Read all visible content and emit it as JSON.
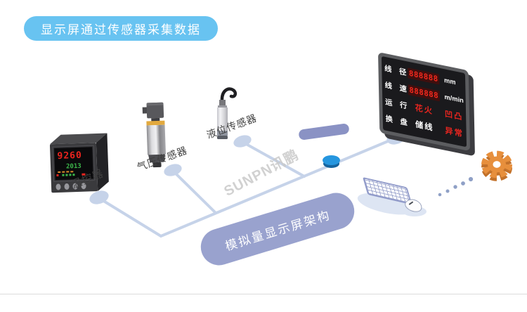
{
  "banner": {
    "label": "显示屏通过传感器采集数据"
  },
  "watermark": {
    "text": "SUNPN讯鹏"
  },
  "architecture_pill": {
    "label": "模拟量显示屏架构"
  },
  "devices": {
    "temp_controller": {
      "label": "温控器",
      "display_main": "9260",
      "display_sub": "2013"
    },
    "pressure_sensor": {
      "label": "气压传感器"
    },
    "level_sensor": {
      "label": "液位传感器"
    }
  },
  "display_board": {
    "row1_label": "线 径",
    "row1_value": "888888",
    "row1_unit": "mm",
    "row2_label": "线 速",
    "row2_value": "888888",
    "row2_unit": "m/min",
    "row3_label": "运 行",
    "row3_mid": "花火",
    "row3_right": "凹凸",
    "row4_label": "换 盘",
    "row4_mid": "储线",
    "row4_right": "异常"
  },
  "colors": {
    "banner_blue": "#68c3f1",
    "line_blue": "#c6d3e9",
    "capsule_purple": "#99a2ce",
    "digit_red": "#ef261d",
    "led_green": "#3cb44a",
    "gear_orange": "#e78f3c",
    "dot_blue": "#2596df"
  }
}
